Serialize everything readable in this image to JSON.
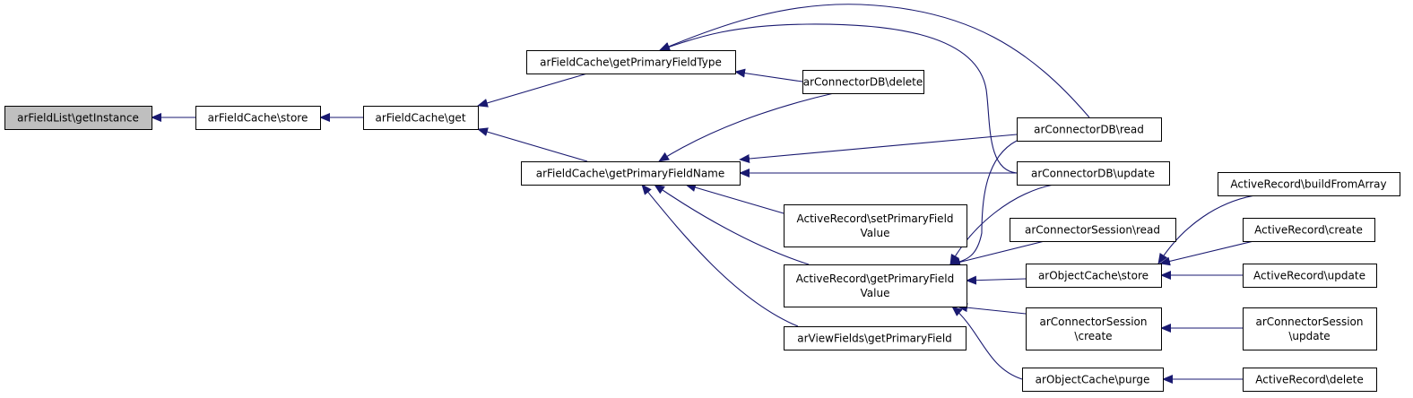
{
  "diagram": {
    "edge_color": "#191970",
    "highlight_fill": "#bfbfbf",
    "nodes": [
      {
        "id": "n0",
        "lines": [
          "arFieldList\\getInstance"
        ],
        "highlight": true
      },
      {
        "id": "n1",
        "lines": [
          "arFieldCache\\store"
        ]
      },
      {
        "id": "n2",
        "lines": [
          "arFieldCache\\get"
        ]
      },
      {
        "id": "n3",
        "lines": [
          "arFieldCache\\getPrimaryFieldType"
        ]
      },
      {
        "id": "n4",
        "lines": [
          "arFieldCache\\getPrimaryFieldName"
        ]
      },
      {
        "id": "n5",
        "lines": [
          "arConnectorDB\\delete"
        ]
      },
      {
        "id": "n6",
        "lines": [
          "ActiveRecord\\setPrimaryField",
          "Value"
        ]
      },
      {
        "id": "n7",
        "lines": [
          "ActiveRecord\\getPrimaryField",
          "Value"
        ]
      },
      {
        "id": "n8",
        "lines": [
          "arViewFields\\getPrimaryField"
        ]
      },
      {
        "id": "n9",
        "lines": [
          "arConnectorDB\\read"
        ]
      },
      {
        "id": "n10",
        "lines": [
          "arConnectorDB\\update"
        ]
      },
      {
        "id": "n11",
        "lines": [
          "arConnectorSession\\read"
        ]
      },
      {
        "id": "n12",
        "lines": [
          "arObjectCache\\store"
        ]
      },
      {
        "id": "n13",
        "lines": [
          "arConnectorSession",
          "\\create"
        ]
      },
      {
        "id": "n14",
        "lines": [
          "arObjectCache\\purge"
        ]
      },
      {
        "id": "n15",
        "lines": [
          "ActiveRecord\\buildFromArray"
        ]
      },
      {
        "id": "n16",
        "lines": [
          "ActiveRecord\\create"
        ]
      },
      {
        "id": "n17",
        "lines": [
          "ActiveRecord\\update"
        ]
      },
      {
        "id": "n18",
        "lines": [
          "arConnectorSession",
          "\\update"
        ]
      },
      {
        "id": "n19",
        "lines": [
          "ActiveRecord\\delete"
        ]
      }
    ],
    "edges": [
      {
        "from": "n1",
        "to": "n0"
      },
      {
        "from": "n2",
        "to": "n1"
      },
      {
        "from": "n3",
        "to": "n2"
      },
      {
        "from": "n4",
        "to": "n2"
      },
      {
        "from": "n5",
        "to": "n3"
      },
      {
        "from": "n9",
        "to": "n3"
      },
      {
        "from": "n10",
        "to": "n3"
      },
      {
        "from": "n5",
        "to": "n4"
      },
      {
        "from": "n9",
        "to": "n4"
      },
      {
        "from": "n10",
        "to": "n4"
      },
      {
        "from": "n6",
        "to": "n4"
      },
      {
        "from": "n7",
        "to": "n4"
      },
      {
        "from": "n8",
        "to": "n4"
      },
      {
        "from": "n9",
        "to": "n7"
      },
      {
        "from": "n10",
        "to": "n7"
      },
      {
        "from": "n11",
        "to": "n7"
      },
      {
        "from": "n12",
        "to": "n7"
      },
      {
        "from": "n13",
        "to": "n7"
      },
      {
        "from": "n14",
        "to": "n7"
      },
      {
        "from": "n15",
        "to": "n12"
      },
      {
        "from": "n16",
        "to": "n12"
      },
      {
        "from": "n17",
        "to": "n12"
      },
      {
        "from": "n18",
        "to": "n13"
      },
      {
        "from": "n19",
        "to": "n14"
      }
    ]
  }
}
